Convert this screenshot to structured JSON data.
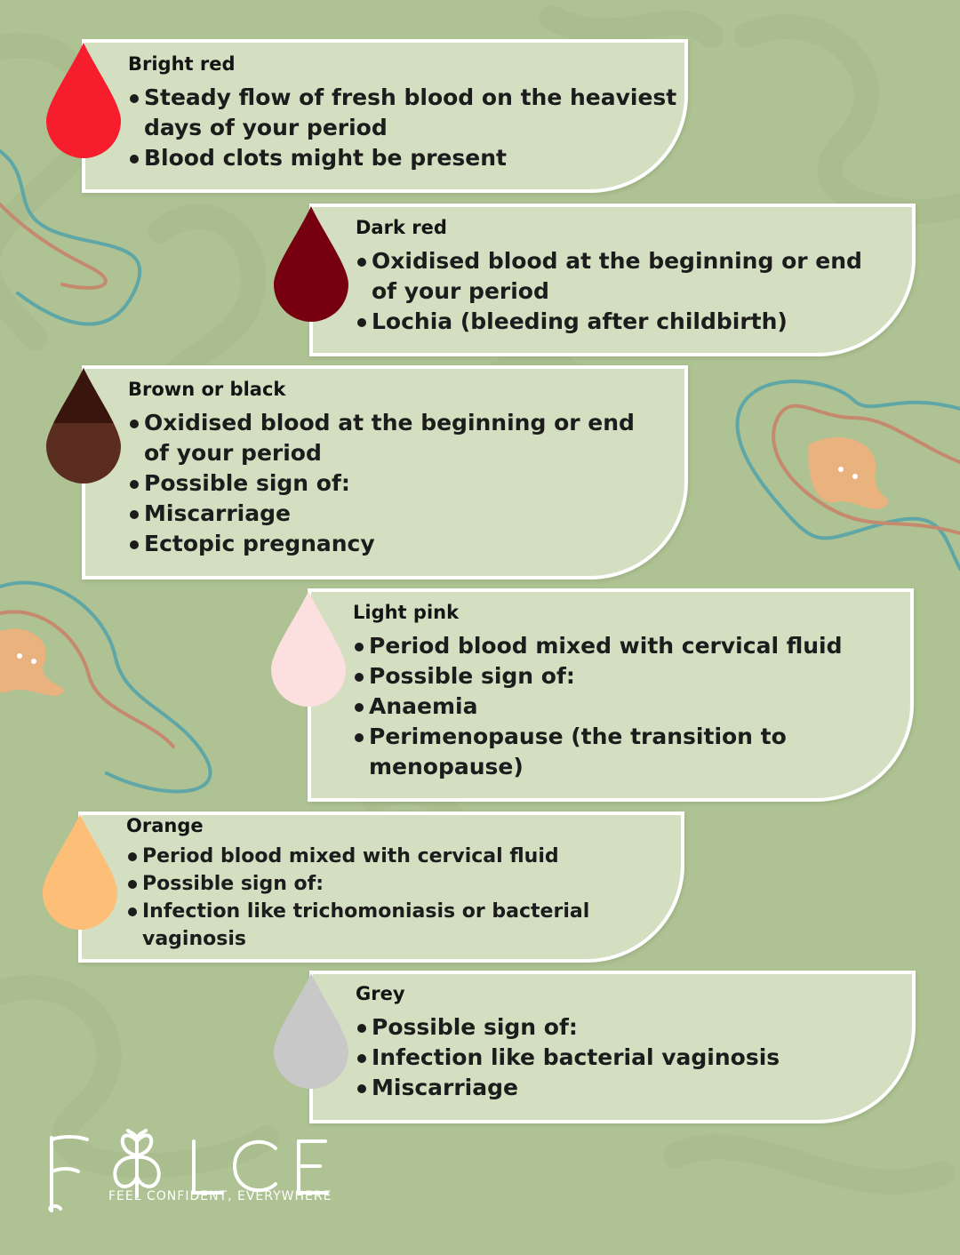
{
  "brand": {
    "name": "FEELCE",
    "tagline": "FEEL CONFIDENT, EVERYWHERE"
  },
  "colors": {
    "background": "#aec293",
    "card": "#d4dfc2",
    "card_border": "#ffffff"
  },
  "cards": [
    {
      "title": "Bright red",
      "drop_color": "#f61e2c",
      "items": [
        "Steady flow of fresh blood on the heaviest days of your period",
        "Blood clots might be present"
      ]
    },
    {
      "title": "Dark red",
      "drop_color": "#76000f",
      "items": [
        "Oxidised blood at the beginning or end of your period",
        "Lochia (bleeding after childbirth)"
      ]
    },
    {
      "title": "Brown or black",
      "drop_color": "#5b2d21",
      "drop_top_color": "#3a150d",
      "items": [
        "Oxidised blood at the beginning or end of your period",
        "Possible sign of:",
        "Miscarriage",
        "Ectopic pregnancy"
      ]
    },
    {
      "title": "Light pink",
      "drop_color": "#fbe0df",
      "items": [
        "Period blood mixed with cervical fluid",
        "Possible sign of:",
        "Anaemia",
        "Perimenopause (the transition to menopause)"
      ]
    },
    {
      "title": "Orange",
      "drop_color": "#fdbf78",
      "items": [
        "Period blood mixed with cervical fluid",
        "Possible sign of:",
        "Infection like trichomoniasis or bacterial vaginosis"
      ]
    },
    {
      "title": "Grey",
      "drop_color": "#c8c8c8",
      "items": [
        "Possible sign of:",
        "Infection like bacterial vaginosis",
        "Miscarriage"
      ]
    }
  ]
}
